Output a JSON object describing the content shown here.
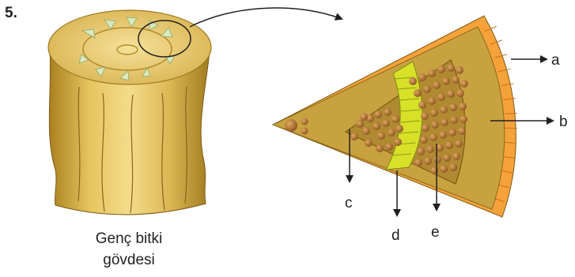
{
  "question_number": "5.",
  "stem_caption": [
    "Genç bitki",
    "gövdesi"
  ],
  "labels": {
    "a": "a",
    "b": "b",
    "c": "c",
    "d": "d",
    "e": "e"
  },
  "colors": {
    "stem_body": "#e6c45e",
    "cross_section": "#c9a240",
    "epidermis": "#f5a23a",
    "cambium": "#d8e028",
    "cell": "#a46a2c",
    "bundle_marker": "#d9e9c0",
    "arrow": "#231f20"
  }
}
